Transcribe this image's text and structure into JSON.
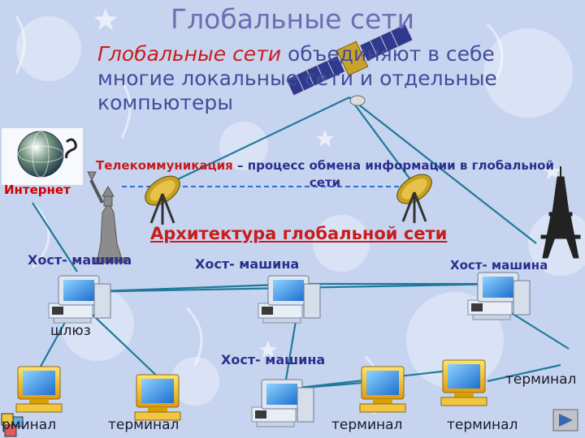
{
  "title": "Глобальные сети",
  "intro": {
    "term": "Глобальные сети",
    "rest": " объединяют в себе многие локальные сети и отдельные компьютеры"
  },
  "definition": {
    "term": "Телекоммуникация",
    "rest": " – процесс обмена информации в глобальной сети"
  },
  "architecture_title": "Архитектура глобальной сети",
  "internet_label": "Интернет",
  "gateway_label": "шлюз",
  "hosts": [
    "Хост- машина",
    "Хост- машина",
    "Хост- машина",
    "Хост- машина"
  ],
  "terminals": [
    "рминал",
    "терминал",
    "терминал",
    "терминал",
    "терминал"
  ],
  "colors": {
    "accent": "#c71d1d",
    "text": "#2b2f8c",
    "line": "#2d6fc9",
    "link": "#1f7a9a"
  },
  "icons": [
    "globe-icon",
    "satellite-icon",
    "dish-antenna-icon",
    "statue-of-liberty-icon",
    "eiffel-tower-icon",
    "computer-icon",
    "next-slide-icon"
  ]
}
